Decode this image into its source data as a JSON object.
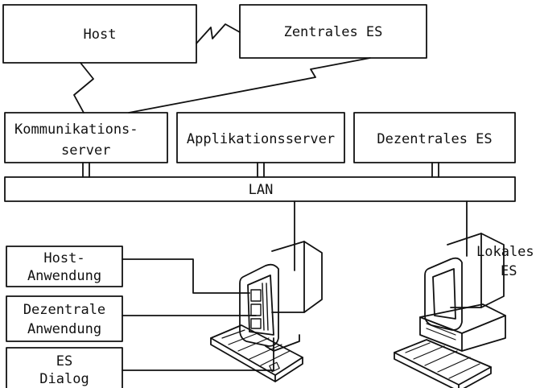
{
  "boxes": {
    "host": "Host",
    "zentrales_es": "Zentrales ES",
    "kommunikationsserver": [
      "Kommunikations-",
      "server"
    ],
    "applikationsserver": "Applikationsserver",
    "dezentrales_es": "Dezentrales ES",
    "lan": "LAN",
    "host_anwendung": [
      "Host-",
      "Anwendung"
    ],
    "dezentrale_anwendung": [
      "Dezentrale",
      "Anwendung"
    ],
    "es_dialog": [
      "ES",
      "Dialog"
    ]
  },
  "labels": {
    "lokales_es": [
      "Lokales",
      "ES"
    ]
  },
  "colors": {
    "ink": "#111111",
    "paper": "#ffffff"
  }
}
